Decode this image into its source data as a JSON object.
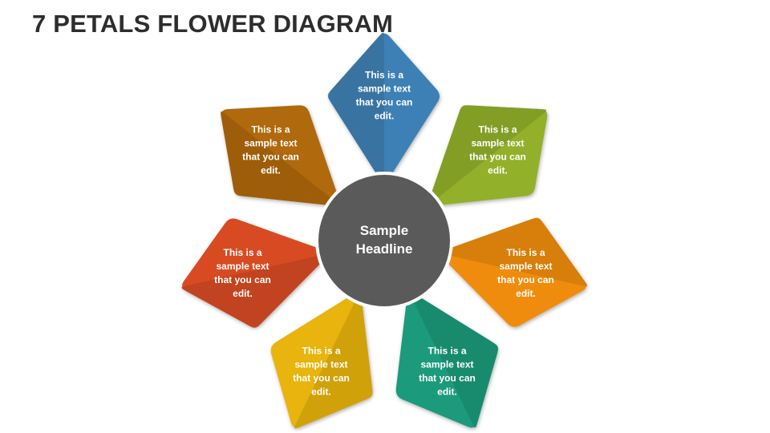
{
  "title": "7 PETALS FLOWER DIAGRAM",
  "center": {
    "line1": "Sample",
    "line2": "Headline",
    "color": "#5a5a5a"
  },
  "petals": [
    {
      "id": "top",
      "color": "#3e80b5",
      "lines": [
        "This is a",
        "sample text",
        "that you can",
        "edit."
      ]
    },
    {
      "id": "upper-right",
      "color": "#92b02a",
      "lines": [
        "This is a",
        "sample text",
        "that you can",
        "edit."
      ]
    },
    {
      "id": "right",
      "color": "#f08c0c",
      "lines": [
        "This is a",
        "sample text",
        "that you can",
        "edit."
      ]
    },
    {
      "id": "lower-right",
      "color": "#1a9a7c",
      "lines": [
        "This is a",
        "sample text",
        "that you can",
        "edit."
      ]
    },
    {
      "id": "lower-left",
      "color": "#e8b40c",
      "lines": [
        "This is a",
        "sample text",
        "that you can",
        "edit."
      ]
    },
    {
      "id": "left",
      "color": "#d84b22",
      "lines": [
        "This is a",
        "sample text",
        "that you can",
        "edit."
      ]
    },
    {
      "id": "upper-left",
      "color": "#b0690a",
      "lines": [
        "This is a",
        "sample text",
        "that you can",
        "edit."
      ]
    }
  ]
}
